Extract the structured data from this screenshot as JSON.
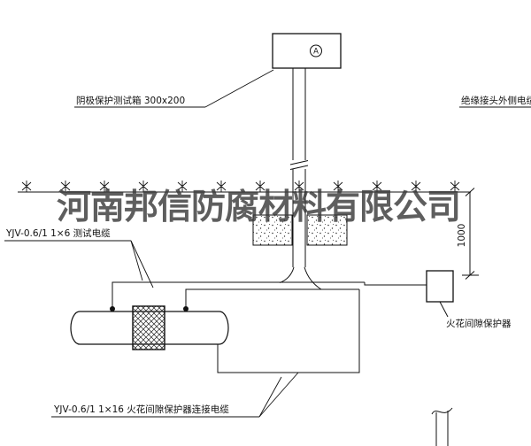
{
  "drawing": {
    "watermark": "河南邦信防腐材料有限公司",
    "labels": {
      "test_box": "阴极保护测试箱 300x200",
      "insulated_joint_cable": "绝缘接头外侧电缆",
      "test_cable": "YJV-0.6/1 1×6  测试电缆",
      "spark_gap_protector": "火花间隙保护器",
      "protector_cable": "YJV-0.6/1 1×16  火花间隙保护器连接电缆",
      "ammeter": "A",
      "dimension_1000": "1000"
    },
    "colors": {
      "background": "#ffffff",
      "line": "#111111",
      "watermark": "#3a3a3a"
    }
  }
}
